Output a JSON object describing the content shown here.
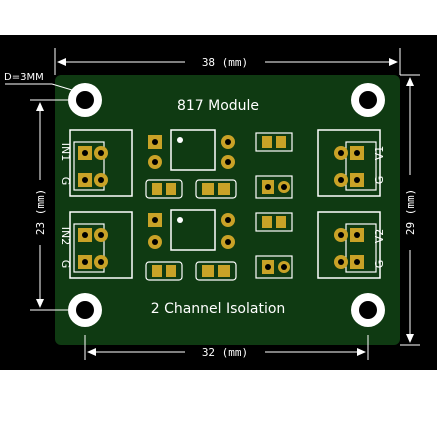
{
  "board": {
    "title": "817 Module",
    "subtitle": "2 Channel Isolation",
    "colors": {
      "background": "#000000",
      "pcb": "#0f3a12",
      "silkscreen": "#ffffff",
      "gold": "#c9a227"
    }
  },
  "dimensions": {
    "top_width": "38 (mm)",
    "bottom_width": "32 (mm)",
    "left_height": "23 (mm)",
    "right_height": "29 (mm)",
    "hole_diameter": "D=3MM"
  },
  "labels": {
    "in1": "IN1",
    "in2": "IN2",
    "v1": "V1",
    "v2": "V2",
    "g_left_1": "G",
    "g_left_2": "G",
    "g_right_1": "G",
    "g_right_2": "G"
  }
}
